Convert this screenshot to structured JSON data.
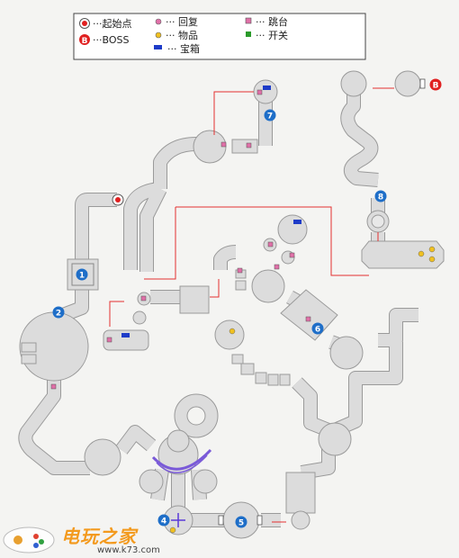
{
  "legend": {
    "start_label": "···起始点",
    "boss_label": "···BOSS",
    "boss_badge": "B",
    "recover_label": "··· 回复",
    "item_label": "··· 物品",
    "chest_label": "··· 宝箱",
    "jump_label": "··· 跳台",
    "switch_label": "··· 开关"
  },
  "colors": {
    "floor": "#dcdcdc",
    "outline": "#9a9a9a",
    "connector": "#e53030",
    "marker": "#1e6ec8",
    "recover": "#e070a8",
    "item": "#f0c020",
    "chest": "#1e3cc8",
    "jump": "#e070a8",
    "switch": "#2a9a2a",
    "boss": "#e02020",
    "purple_arc": "#7a5ad8"
  },
  "markers": [
    "1",
    "2",
    "4",
    "5",
    "6",
    "7",
    "8"
  ],
  "watermark": {
    "title": "电玩之家",
    "url": "www.k73.com"
  }
}
